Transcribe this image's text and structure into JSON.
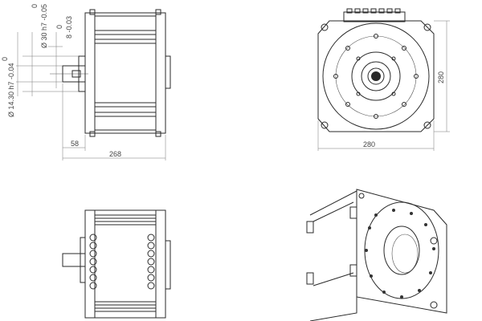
{
  "dimensions": {
    "shaft_diameter": "Ø 14.30 h7 -0.04",
    "shaft_tol_upper": "0",
    "shoulder_diameter": "Ø 30 h7 -0.05",
    "shoulder_tol_upper": "0",
    "key_width": "8 -0.03",
    "key_tol_upper": "0",
    "shaft_length": "58",
    "overall_length": "268",
    "flange_width": "280",
    "flange_height": "280"
  }
}
